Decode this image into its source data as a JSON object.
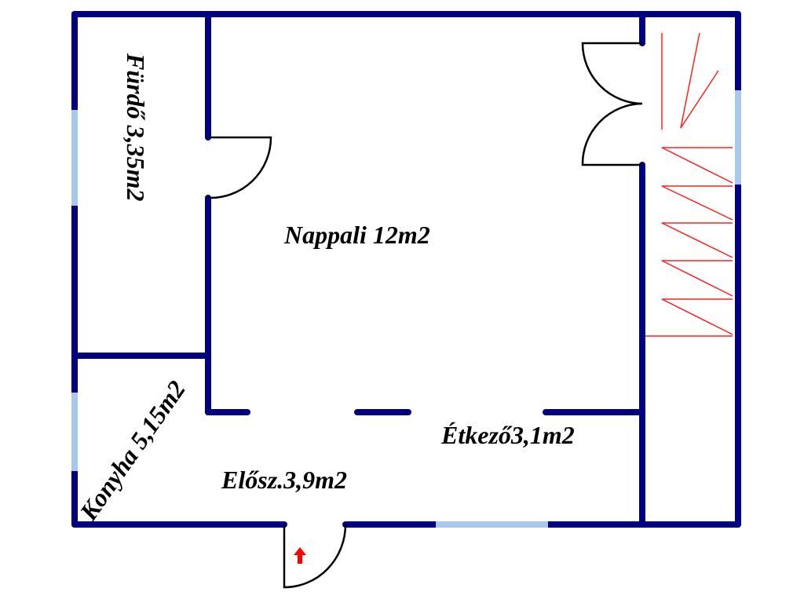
{
  "rooms": {
    "bathroom": "Fürdő 3,35m2",
    "living_room": "Nappali 12m2",
    "kitchen": "Konyha 5,15m2",
    "hallway": "Elősz.3,9m2",
    "dining": "Étkező3,1m2"
  },
  "colors": {
    "wall": "#000080",
    "window": "#a8c8ec",
    "stairs": "#ff2020",
    "door": "#000000",
    "entry_arrow": "#ff0000"
  },
  "icons": {
    "entry": "arrow-up-icon"
  }
}
